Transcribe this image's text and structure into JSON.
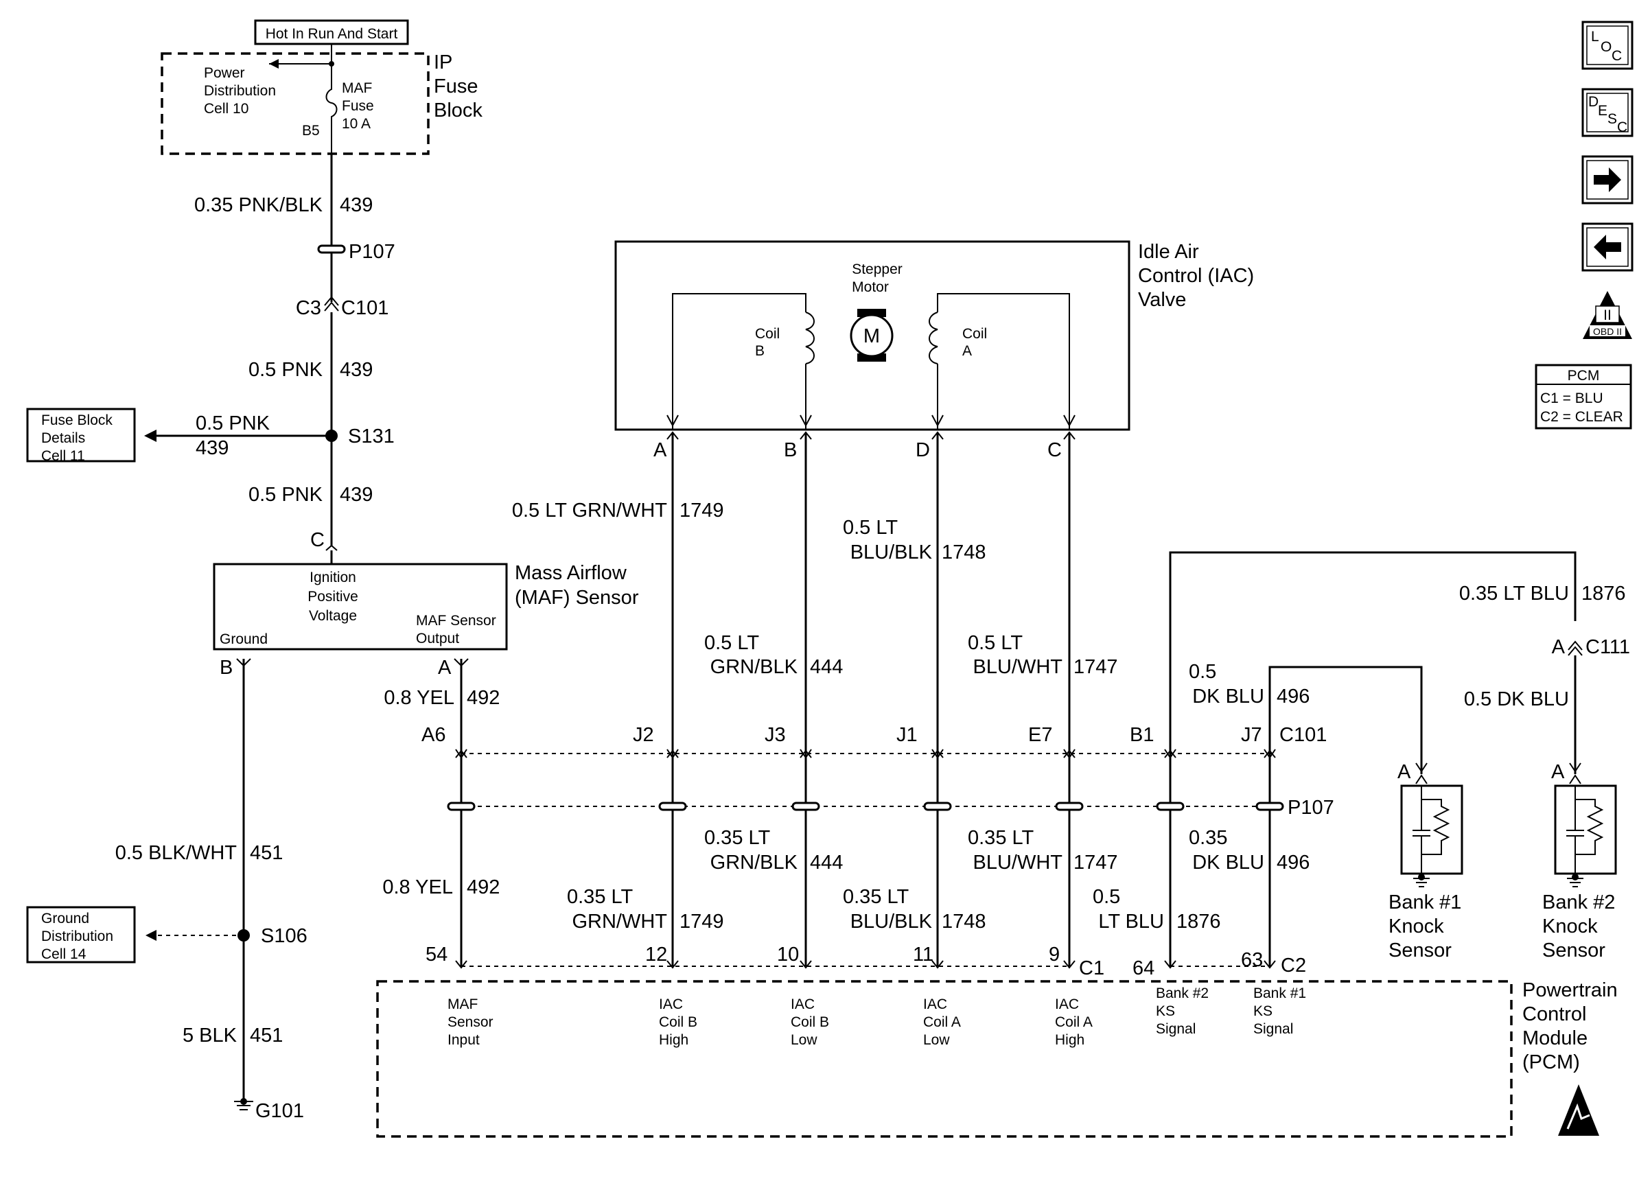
{
  "hot_label": "Hot In Run And Start",
  "fuse_block": {
    "title": [
      "IP",
      "Fuse",
      "Block"
    ],
    "power_dist": [
      "Power",
      "Distribution",
      "Cell 10"
    ],
    "maf_fuse": [
      "MAF",
      "Fuse",
      "10 A"
    ],
    "pin": "B5"
  },
  "wires": {
    "w439a": {
      "size": "0.35 PNK/BLK",
      "circuit": "439"
    },
    "p107_top": "P107",
    "c3": "C3",
    "c101_top": "C101",
    "w439b": {
      "size": "0.5 PNK",
      "circuit": "439"
    },
    "w439c": {
      "size": "0.5 PNK",
      "circuit": "439"
    },
    "w439_branch": {
      "size": "0.5 PNK",
      "circuit": "439"
    },
    "s131": "S131",
    "maf_c": "C"
  },
  "fuse_block_details": [
    "Fuse Block",
    "Details",
    "Cell 11"
  ],
  "ground_distribution": [
    "Ground",
    "Distribution",
    "Cell 14"
  ],
  "maf_sensor": {
    "title": [
      "Mass Airflow",
      "(MAF) Sensor"
    ],
    "ign": [
      "Ignition",
      "Positive",
      "Voltage"
    ],
    "ground": "Ground",
    "output": [
      "MAF Sensor",
      "Output"
    ],
    "pin_b": "B",
    "pin_a": "A"
  },
  "ground_circuit": {
    "w1": {
      "size": "0.5 BLK/WHT",
      "circuit": "451"
    },
    "s106": "S106",
    "w2": {
      "size": "5 BLK",
      "circuit": "451"
    },
    "g101": "G101"
  },
  "iac_valve": {
    "title": [
      "Idle Air",
      "Control (IAC)",
      "Valve"
    ],
    "stepper": [
      "Stepper",
      "Motor"
    ],
    "motor": "M",
    "coil_b": [
      "Coil",
      "B"
    ],
    "coil_a": [
      "Coil",
      "A"
    ],
    "pins": [
      "A",
      "B",
      "D",
      "C"
    ]
  },
  "upper_wires": {
    "maf_out": {
      "size": "0.8 YEL",
      "circuit": "492"
    },
    "w1749": {
      "size": "0.5 LT GRN/WHT",
      "circuit": "1749"
    },
    "w1748": {
      "size1": "0.5 LT",
      "size2": "BLU/BLK",
      "circuit": "1748"
    },
    "w444": {
      "size1": "0.5 LT",
      "size2": "GRN/BLK",
      "circuit": "444"
    },
    "w1747": {
      "size1": "0.5 LT",
      "size2": "BLU/WHT",
      "circuit": "1747"
    },
    "w496": {
      "size1": "0.5",
      "size2": "DK BLU",
      "circuit": "496"
    },
    "w1876": {
      "size": "0.35 LT BLU",
      "circuit": "1876"
    },
    "c111_a": "A",
    "c111": "C111",
    "dkblu": "0.5 DK BLU"
  },
  "c101_pins": [
    "A6",
    "J2",
    "J3",
    "J1",
    "E7",
    "B1",
    "J7"
  ],
  "c101_label": "C101",
  "p107_label": "P107",
  "lower_wires": {
    "yel": {
      "size": "0.8 YEL",
      "circuit": "492"
    },
    "w1749": {
      "size1": "0.35 LT",
      "size2": "GRN/WHT",
      "circuit": "1749"
    },
    "w444": {
      "size1": "0.35 LT",
      "size2": "GRN/BLK",
      "circuit": "444"
    },
    "w1748": {
      "size1": "0.35 LT",
      "size2": "BLU/BLK",
      "circuit": "1748"
    },
    "w1747": {
      "size1": "0.35 LT",
      "size2": "BLU/WHT",
      "circuit": "1747"
    },
    "w1876": {
      "size1": "0.5",
      "size2": "LT BLU",
      "circuit": "1876"
    },
    "w496": {
      "size1": "0.35",
      "size2": "DK BLU",
      "circuit": "496"
    }
  },
  "pcm_pins": [
    "54",
    "12",
    "10",
    "11",
    "9",
    "64",
    "63"
  ],
  "pcm_conn": [
    "C1",
    "C2"
  ],
  "pcm": {
    "title": [
      "Powertrain",
      "Control",
      "Module",
      "(PCM)"
    ],
    "functions": [
      [
        "MAF",
        "Sensor",
        "Input"
      ],
      [
        "IAC",
        "Coil B",
        "High"
      ],
      [
        "IAC",
        "Coil B",
        "Low"
      ],
      [
        "IAC",
        "Coil A",
        "Low"
      ],
      [
        "IAC",
        "Coil A",
        "High"
      ],
      [
        "Bank #2",
        "KS",
        "Signal"
      ],
      [
        "Bank #1",
        "KS",
        "Signal"
      ]
    ]
  },
  "knock1": {
    "pin": "A",
    "label": [
      "Bank #1",
      "Knock",
      "Sensor"
    ]
  },
  "knock2": {
    "pin": "A",
    "label": [
      "Bank #2",
      "Knock",
      "Sensor"
    ]
  },
  "legend": {
    "title": "PCM",
    "c1": "C1 = BLU",
    "c2": "C2 = CLEAR"
  },
  "nav": {
    "loc": [
      "L",
      "O",
      "C"
    ],
    "desc": [
      "D",
      "E",
      "S",
      "C"
    ],
    "obd": "OBD II",
    "obd_numeral": "II"
  }
}
